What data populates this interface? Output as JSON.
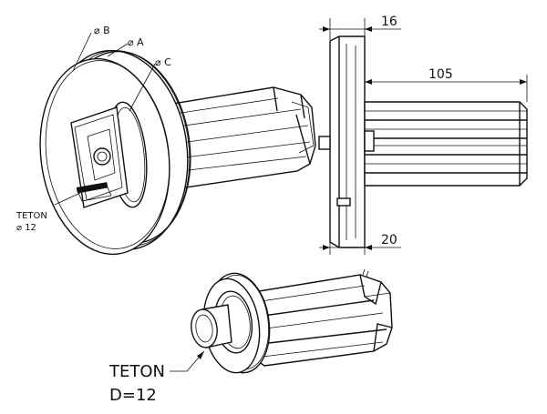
{
  "labels": {
    "dia_b": "⌀ B",
    "dia_a": "⌀ A",
    "dia_c": "⌀ C",
    "teton_1": "TETON",
    "teton_1_dia": "⌀ 12",
    "teton_2": "TETON",
    "teton_2_d": "D=12"
  },
  "dimensions": {
    "width_16": "16",
    "length_105": "105",
    "width_20": "20"
  },
  "colors": {
    "line": "#111111",
    "background": "#ffffff"
  }
}
